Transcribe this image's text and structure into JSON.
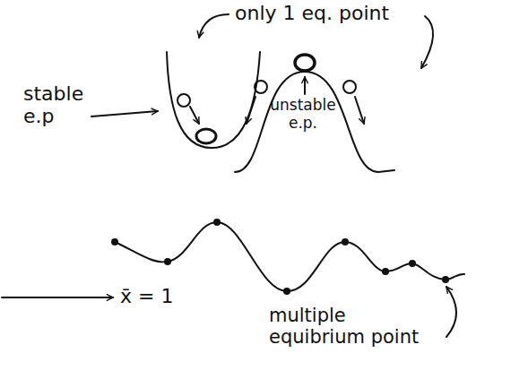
{
  "diagram": {
    "labels": [
      "only 1 eq. point",
      "stable e.p",
      "unstable e.p.",
      "x̄ = 1",
      "multiple equibrium point"
    ]
  }
}
